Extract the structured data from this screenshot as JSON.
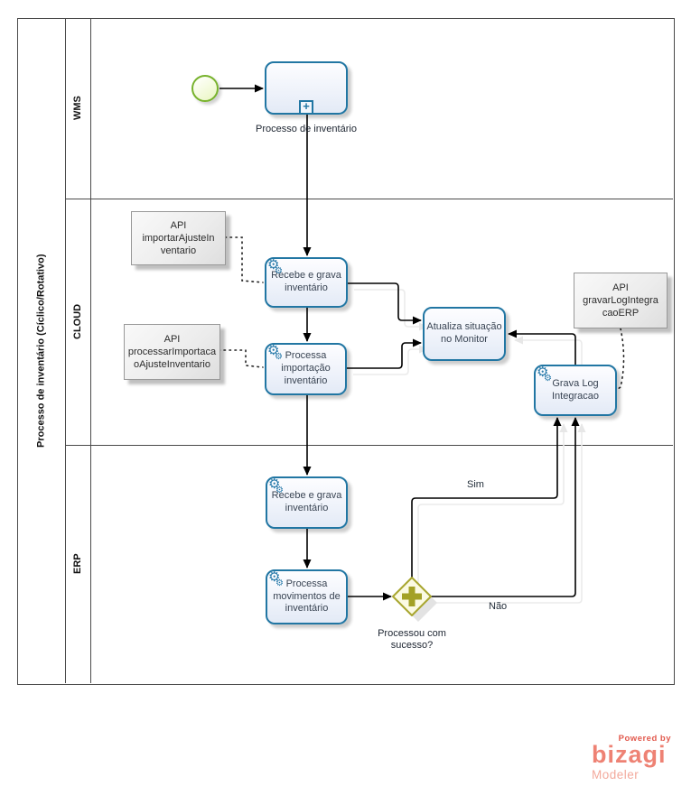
{
  "pool": {
    "name": "Processo de inventário (Cíclico/Rotativo)",
    "lanes": [
      {
        "name": "WMS"
      },
      {
        "name": "CLOUD"
      },
      {
        "name": "ERP"
      }
    ]
  },
  "wms": {
    "subprocess_label": "Processo de inventário"
  },
  "cloud": {
    "recebe_task": "Recebe e grava inventário",
    "processa_task": "Processa importação inventário",
    "atualiza_task": "Atualiza situação no Monitor",
    "gravalog_task": "Grava Log Integracao",
    "annotation_importar": {
      "line1": "API",
      "line2": "importarAjusteIn",
      "line3": "ventario"
    },
    "annotation_processar": {
      "line1": "API",
      "line2": "processarImportaca",
      "line3": "oAjusteInventario"
    },
    "annotation_gravar": {
      "line1": "API",
      "line2": "gravarLogIntegra",
      "line3": "caoERP"
    }
  },
  "erp": {
    "recebe_task": "Recebe e grava inventário",
    "processa_task": "Processa movimentos de inventário",
    "gateway_label": "Processou com sucesso?",
    "edge_sim": "Sim",
    "edge_nao": "Não"
  },
  "icons": {
    "service_gear": "⚙",
    "subprocess_plus": "+"
  },
  "logo": {
    "powered_by": "Powered by",
    "brand": "bizagi",
    "product": "Modeler"
  },
  "colors": {
    "task_border": "#2176a3",
    "start_event_border": "#77b22c",
    "gateway_border": "#a8a62f",
    "gateway_fill": "#fbfae3",
    "logo_accent": "#ee8274"
  }
}
